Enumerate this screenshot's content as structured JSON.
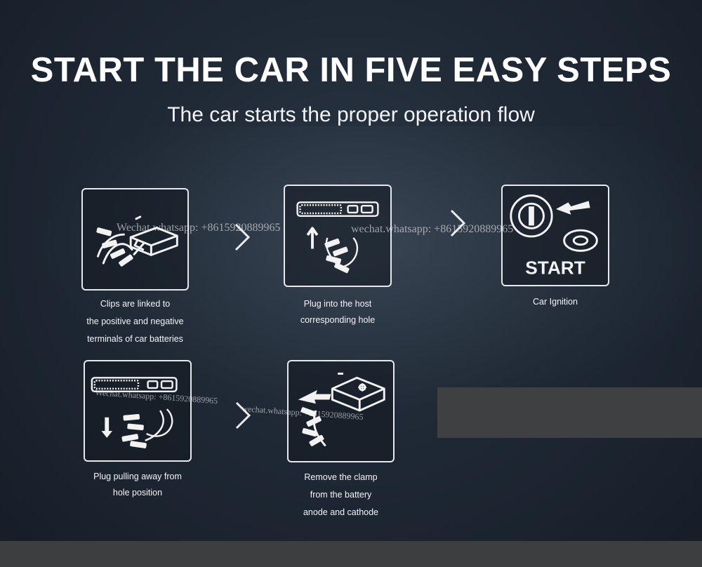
{
  "header": {
    "title": "START THE CAR IN FIVE EASY STEPS",
    "subtitle": "The car starts the proper operation flow"
  },
  "steps": [
    {
      "icon": "battery-clips-icon",
      "caption_lines": [
        "Clips are linked to",
        "the positive and negative",
        "terminals of car batteries"
      ]
    },
    {
      "icon": "plug-into-host-icon",
      "caption_lines": [
        "Plug into the host",
        "corresponding hole"
      ]
    },
    {
      "icon": "ignition-icon",
      "label": "START",
      "caption_lines": [
        "Car Ignition"
      ]
    },
    {
      "icon": "unplug-icon",
      "caption_lines": [
        "Plug pulling away from",
        "hole position"
      ]
    },
    {
      "icon": "remove-clamp-icon",
      "caption_lines": [
        "Remove the clamp",
        "from the battery",
        "anode and cathode"
      ]
    }
  ],
  "watermarks": {
    "top_left": "Wechat.whatsapp: +8615920889965",
    "top_right": "wechat.whatsapp: +8615920889965",
    "bottom_left": "Wechat.whatsapp: +8615920889965",
    "bottom_right": "wechat.whatsapp: +8615920889965"
  },
  "colors": {
    "background": "#1f2935",
    "card_border": "#e6e9ec",
    "text": "#ffffff",
    "gray_panel": "#3f4042"
  }
}
